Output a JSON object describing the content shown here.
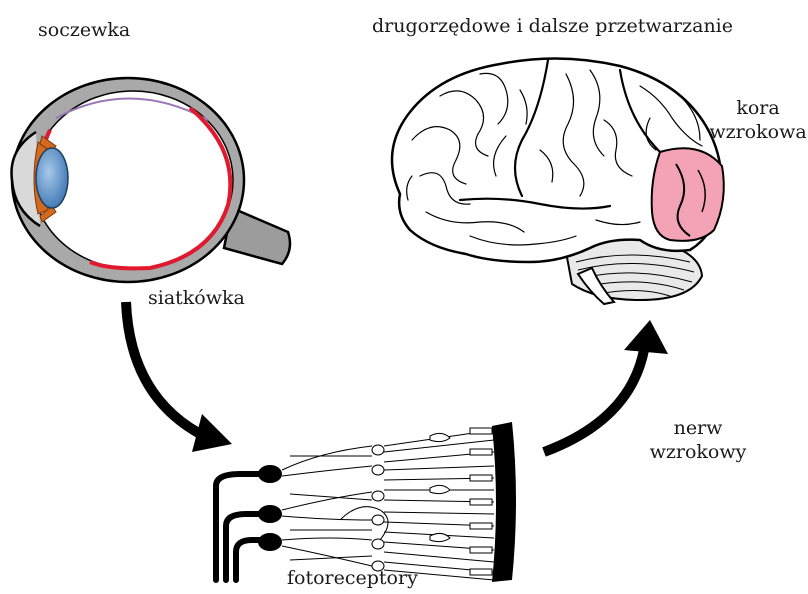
{
  "labels": {
    "lens": "soczewka",
    "retina": "siatkówka",
    "processing": "drugorzędowe i dalsze przetwarzanie",
    "visual_cortex_line1": "kora",
    "visual_cortex_line2": "wzrokowa",
    "optic_nerve_line1": "nerw",
    "optic_nerve_line2": "wzrokowy",
    "photoreceptors": "fotoreceptory"
  },
  "colors": {
    "retina_red": "#e0192e",
    "lens_blue": "#5b93c9",
    "iris_orange": "#d2691e",
    "cortex_pink": "#f3a3b5",
    "sclera_gray": "#bfbfbf",
    "ink": "#000000"
  }
}
